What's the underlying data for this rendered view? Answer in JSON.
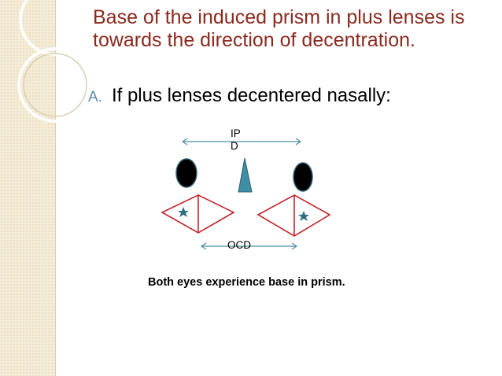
{
  "slide": {
    "title": "Base of the induced prism in plus lenses is towards the direction of decentration.",
    "bullet": {
      "marker": "A.",
      "text": "If plus lenses decentered nasally:"
    },
    "diagram": {
      "ipd_label": "IPD",
      "ocd_label": "OCD"
    },
    "caption": "Both eyes experience base in prism.",
    "colors": {
      "title": "#8b2a1f",
      "arrow": "#4e8fa6",
      "lens_outline": "#c0262d",
      "prism_fill": "#3f8ea3",
      "marker": "#5b8aa8"
    }
  }
}
